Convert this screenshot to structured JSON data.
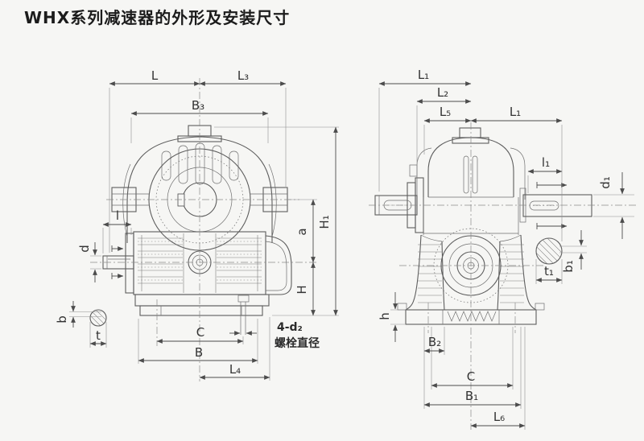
{
  "page": {
    "title": "WHX系列减速器的外形及安装尺寸"
  },
  "colors": {
    "background": "#f6f6f4",
    "line": "#5d5d5d",
    "dimension": "#4c4c4c",
    "label": "#333333"
  },
  "left_view": {
    "dims": {
      "L": "L",
      "L3": "L₃",
      "B3": "B₃",
      "H1": "H₁",
      "a": "a",
      "H": "H",
      "l": "l",
      "d": "d",
      "b": "b",
      "t": "t",
      "C": "C",
      "B": "B",
      "L4": "L₄"
    },
    "bolt_note": {
      "line1": "4-d₂",
      "line2": "螺栓直径"
    }
  },
  "right_view": {
    "dims": {
      "L1_top": "L₁",
      "L2": "L₂",
      "L5": "L₅",
      "L1_right": "L₁",
      "l1": "l₁",
      "d1": "d₁",
      "b1": "b₁",
      "t1": "t₁",
      "h": "h",
      "B2": "B₂",
      "C": "C",
      "B1": "B₁",
      "L6": "L₆"
    }
  }
}
